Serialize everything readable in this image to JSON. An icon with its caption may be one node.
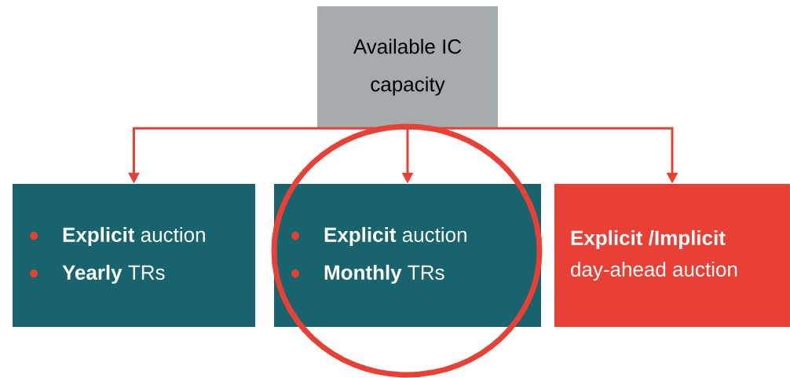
{
  "diagram": {
    "nodes": [
      {
        "text": [
          "Available IC capacity"
        ]
      },
      {
        "text": [
          "**Explicit** auction",
          "**Yearly** TRs"
        ]
      },
      {
        "text": [
          "**Explicit** auction",
          "**Monthly** TRs"
        ]
      },
      {
        "text": [
          "Explicit /Implicit",
          "day-ahead auction"
        ]
      }
    ],
    "edges": [
      {
        "from": 0,
        "to": 1,
        "arrow": "to"
      },
      {
        "from": 0,
        "to": 2,
        "arrow": "to"
      },
      {
        "from": 0,
        "to": 3,
        "arrow": "to"
      }
    ]
  }
}
